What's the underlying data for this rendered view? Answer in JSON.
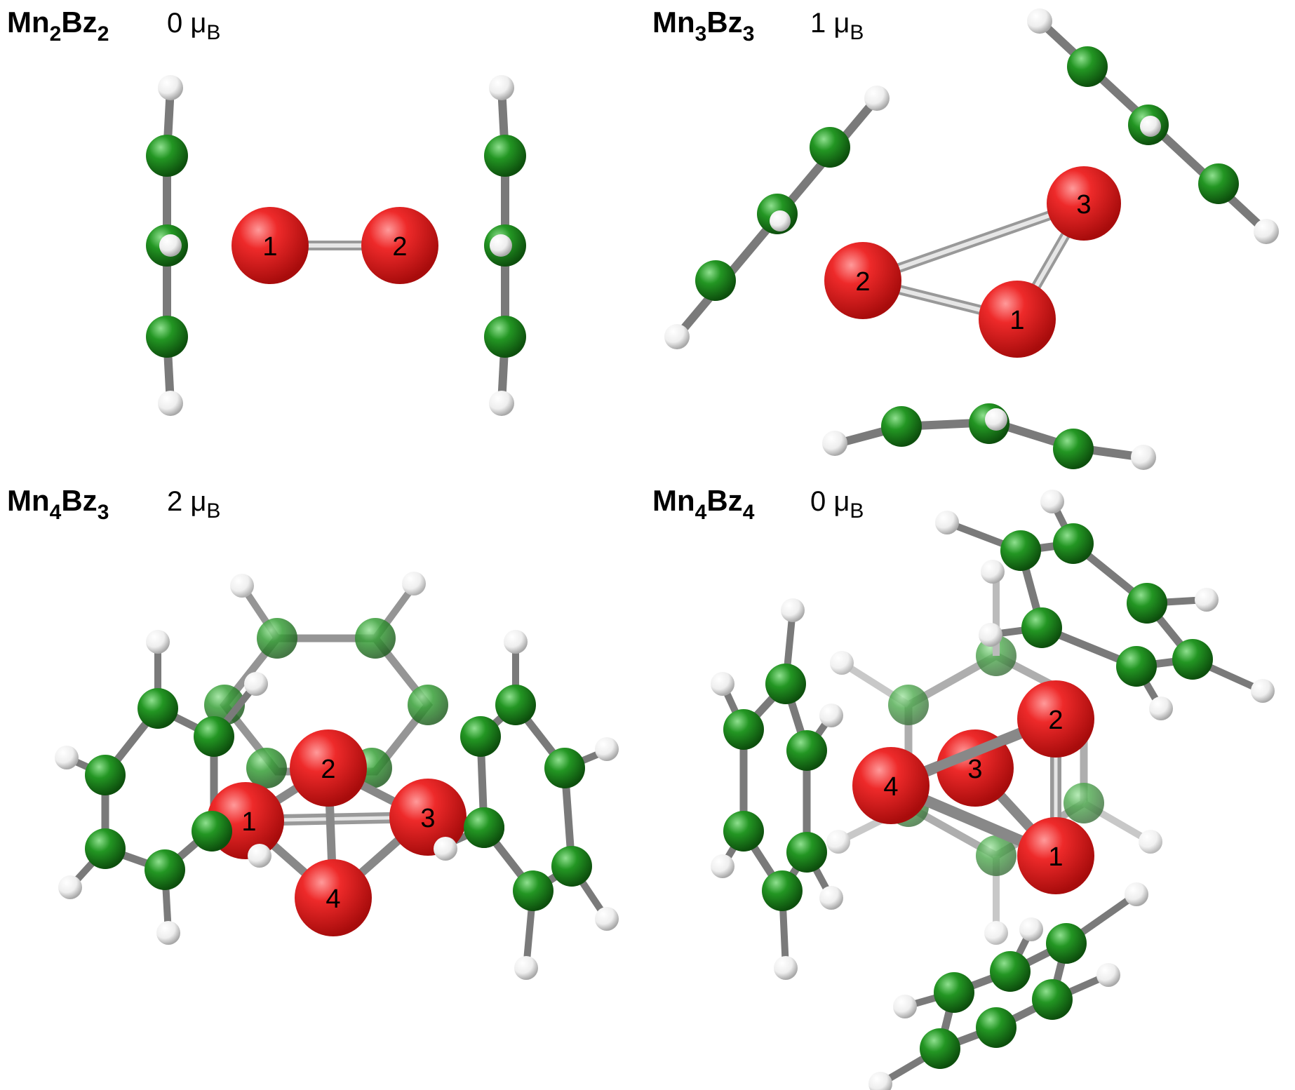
{
  "colors": {
    "mn": "#e01818",
    "carbon": "#1f8a1f",
    "hydrogen": "#f2f2f2",
    "bond_cc": "#7a7a7a",
    "bond_mn": "#c8c8c8"
  },
  "panels": [
    {
      "id": "mn2bz2",
      "formula": {
        "el1": "Mn",
        "n1": "2",
        "el2": "Bz",
        "n2": "2"
      },
      "moment": {
        "value": "0",
        "unit": "μ",
        "unit_sub": "B"
      },
      "mn_labels": [
        "1",
        "2"
      ]
    },
    {
      "id": "mn3bz3",
      "formula": {
        "el1": "Mn",
        "n1": "3",
        "el2": "Bz",
        "n2": "3"
      },
      "moment": {
        "value": "1",
        "unit": "μ",
        "unit_sub": "B"
      },
      "mn_labels": [
        "1",
        "2",
        "3"
      ]
    },
    {
      "id": "mn4bz3",
      "formula": {
        "el1": "Mn",
        "n1": "4",
        "el2": "Bz",
        "n2": "3"
      },
      "moment": {
        "value": "2",
        "unit": "μ",
        "unit_sub": "B"
      },
      "mn_labels": [
        "1",
        "2",
        "3",
        "4"
      ]
    },
    {
      "id": "mn4bz4",
      "formula": {
        "el1": "Mn",
        "n1": "4",
        "el2": "Bz",
        "n2": "4"
      },
      "moment": {
        "value": "0",
        "unit": "μ",
        "unit_sub": "B"
      },
      "mn_labels": [
        "1",
        "2",
        "3",
        "4"
      ]
    }
  ]
}
